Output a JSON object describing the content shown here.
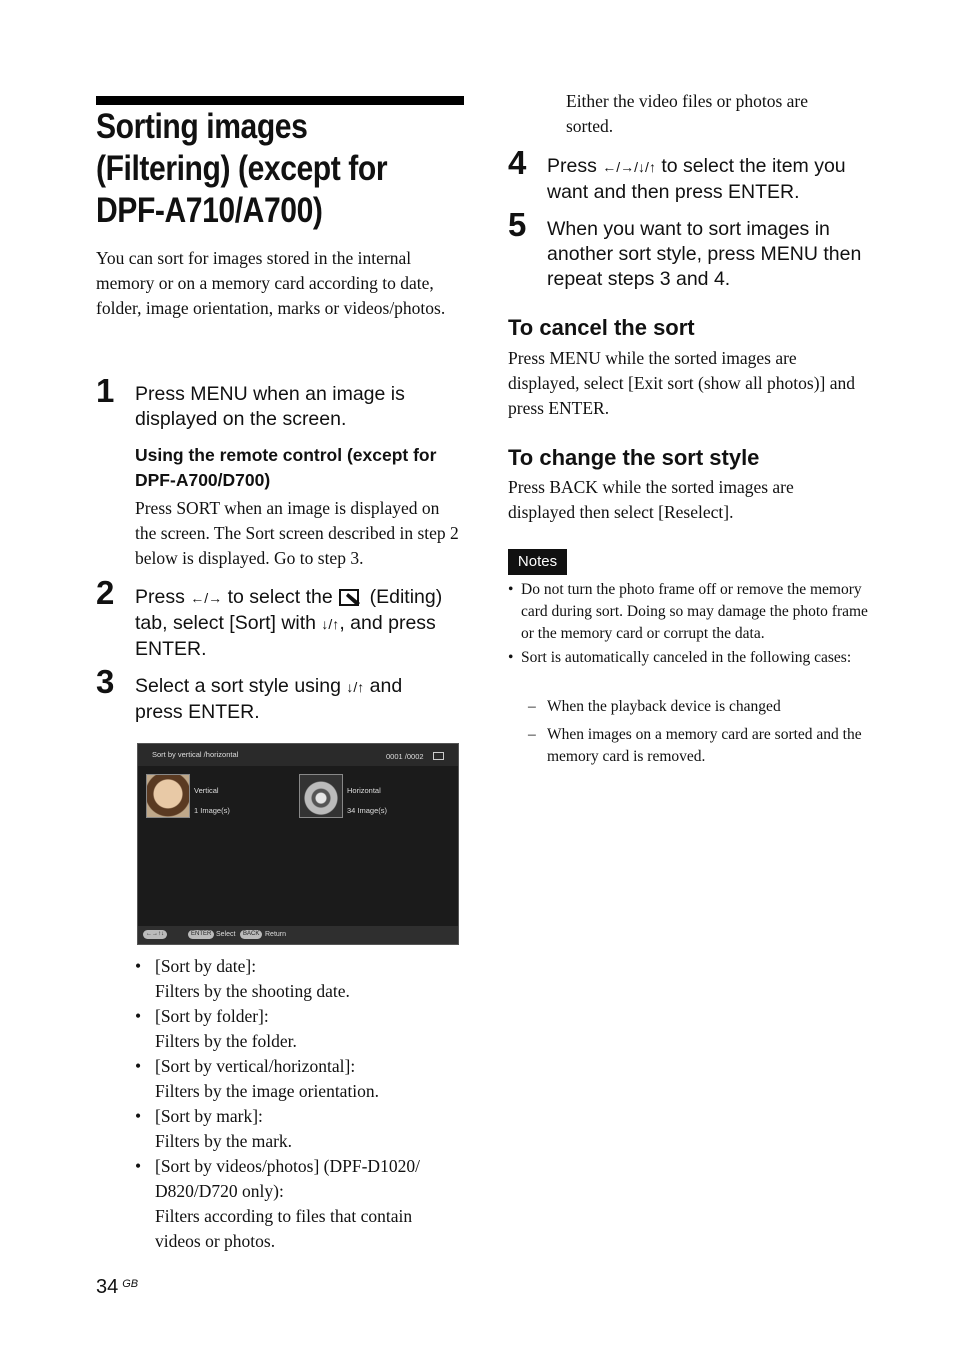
{
  "title": [
    "Sorting images",
    "(Filtering) (except for",
    "DPF-A710/A700)"
  ],
  "intro": "You can sort for images stored in the internal memory or on a memory card according to date, folder, image orientation, marks or videos/photos.",
  "steps": {
    "s1": {
      "num": "1",
      "text": "Press MENU when an image is displayed on the screen."
    },
    "remote_heading": "Using the remote control (except for DPF-A700/D700)",
    "remote_body": "Press SORT when an image is displayed on the screen. The Sort screen described in step 2 below is displayed. Go to step 3.",
    "s2": {
      "num": "2",
      "pre": "Press",
      "arrows1": "←/→",
      "mid": "to select the",
      "editing": "(Editing)",
      "line2a": "tab, select [Sort] with",
      "arrows2": "↓/↑",
      "line2b": ", and press",
      "line3": "ENTER."
    },
    "s3": {
      "num": "3",
      "pre": "Select a sort style using",
      "arrows": "↓/↑",
      "post": "and",
      "line2": "press ENTER."
    },
    "s4": {
      "num": "4",
      "pre": "Press",
      "arrows": "←/→/↓/↑",
      "post": "to select the item you",
      "line2": "want and then press ENTER."
    },
    "s5": {
      "num": "5",
      "text": "When you want to sort images in another sort style, press MENU then repeat steps 3 and 4."
    }
  },
  "screen": {
    "title": "Sort by vertical /horizontal",
    "count": "0001 /0002",
    "items": [
      {
        "label": "Vertical",
        "count": "1 Image(s)"
      },
      {
        "label": "Horizontal",
        "count": "34 Image(s)"
      }
    ],
    "bottom_arrows": "←→↑↓",
    "enter": "ENTER",
    "select": "Select",
    "back": "BACK",
    "return": "Return"
  },
  "sort_options": [
    {
      "name": "[Sort by date]:",
      "desc": "Filters by the shooting date."
    },
    {
      "name": "[Sort by folder]:",
      "desc": "Filters by the folder."
    },
    {
      "name": "[Sort by vertical/horizontal]:",
      "desc": "Filters by the image orientation."
    },
    {
      "name": "[Sort by mark]:",
      "desc": "Filters by the mark."
    },
    {
      "name": "[Sort by videos/photos] (DPF-D1020/ D820/D720 only):",
      "desc": "Filters according to files that contain videos or photos."
    }
  ],
  "right_cont": "Either the video files or photos are sorted.",
  "cancel": {
    "heading": "To cancel the sort",
    "body": "Press MENU while the sorted images are displayed, select [Exit sort (show all photos)] and press ENTER."
  },
  "change": {
    "heading": "To change the sort style",
    "body": "Press BACK while the sorted images are displayed then select [Reselect]."
  },
  "notes": {
    "badge": "Notes",
    "items": [
      "Do not turn the photo frame off or remove the memory card during sort. Doing so may damage the photo frame or the memory card or corrupt the data.",
      "Sort is automatically canceled in the following cases:"
    ],
    "sub": [
      "When the playback device is changed",
      "When images on a memory card are sorted and the memory card is removed."
    ]
  },
  "footer": {
    "page": "34",
    "suffix": "GB"
  }
}
